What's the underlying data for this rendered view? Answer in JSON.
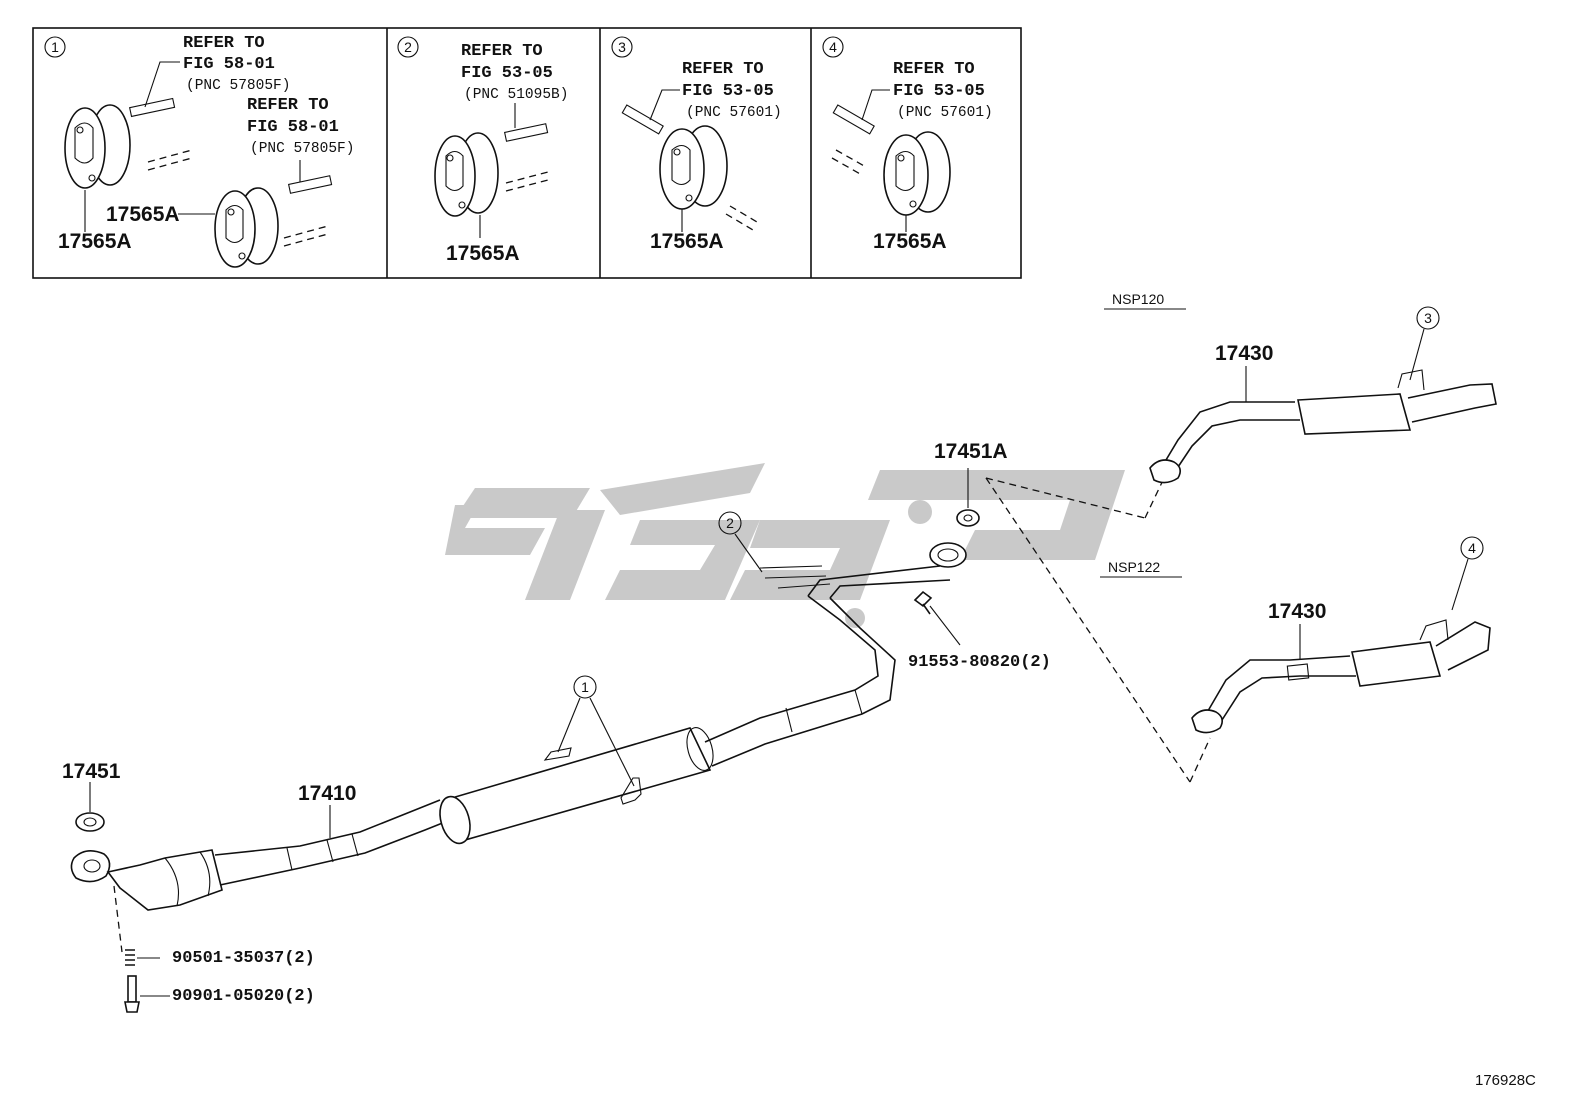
{
  "detail_boxes": [
    {
      "marker": "1",
      "refs": [
        {
          "line1": "REFER TO",
          "line2": "FIG 58-01",
          "pnc": "(PNC 57805F)"
        },
        {
          "line1": "REFER TO",
          "line2": "FIG 58-01",
          "pnc": "(PNC 57805F)"
        }
      ],
      "parts": [
        "17565A",
        "17565A"
      ]
    },
    {
      "marker": "2",
      "refs": [
        {
          "line1": "REFER TO",
          "line2": "FIG 53-05",
          "pnc": "(PNC 51095B)"
        }
      ],
      "parts": [
        "17565A"
      ]
    },
    {
      "marker": "3",
      "refs": [
        {
          "line1": "REFER TO",
          "line2": "FIG 53-05",
          "pnc": "(PNC 57601)"
        }
      ],
      "parts": [
        "17565A"
      ]
    },
    {
      "marker": "4",
      "refs": [
        {
          "line1": "REFER TO",
          "line2": "FIG 53-05",
          "pnc": "(PNC 57601)"
        }
      ],
      "parts": [
        "17565A"
      ]
    }
  ],
  "models": {
    "upper": "NSP120",
    "lower": "NSP122"
  },
  "callouts": {
    "c1": "1",
    "c2": "2",
    "c3": "3",
    "c4": "4"
  },
  "part_numbers": {
    "gasket_front": "17451",
    "front_pipe": "17410",
    "gasket_center": "17451A",
    "tail_upper": "17430",
    "tail_lower": "17430",
    "bolt_center": "91553-80820(2)",
    "spring": "90501-35037(2)",
    "bolt_front": "90901-05020(2)"
  },
  "diagram_id": "176928C",
  "colors": {
    "line": "#111111",
    "watermark": "#c9c9c9",
    "background": "#ffffff"
  },
  "watermark_logo": "تعمیرکار"
}
